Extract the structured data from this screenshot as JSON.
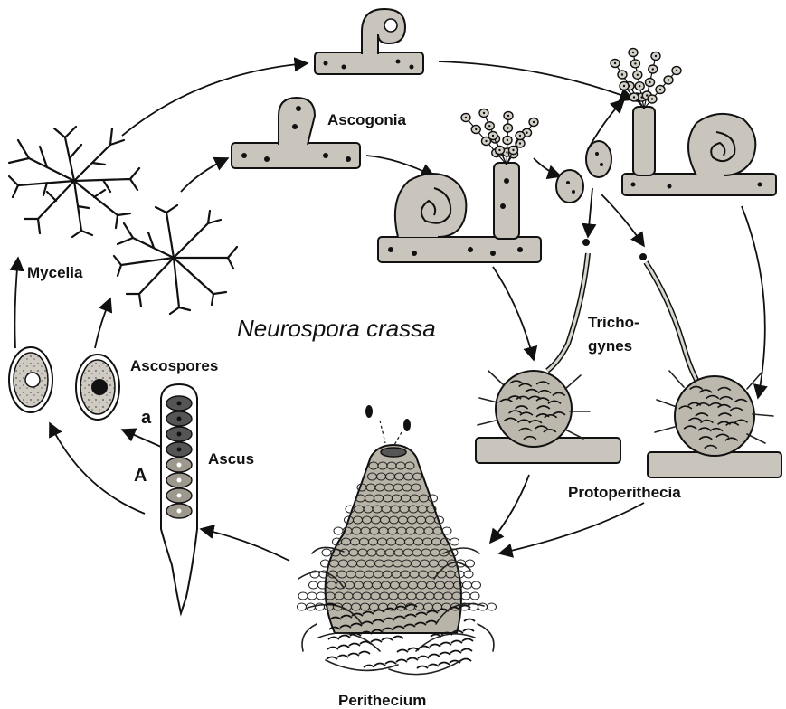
{
  "diagram": {
    "title": "Neurospora crassa",
    "labels": {
      "ascogonia": "Ascogonia",
      "mycelia": "Mycelia",
      "ascospores": "Ascospores",
      "mating_a": "a",
      "mating_A": "A",
      "ascus": "Ascus",
      "trichogynes_line1": "Tricho-",
      "trichogynes_line2": "gynes",
      "protoperithecia": "Protoperithecia",
      "perithecium": "Perithecium"
    },
    "colors": {
      "ink": "#111111",
      "cell_fill": "#c9c5bc",
      "background": "#ffffff"
    }
  }
}
